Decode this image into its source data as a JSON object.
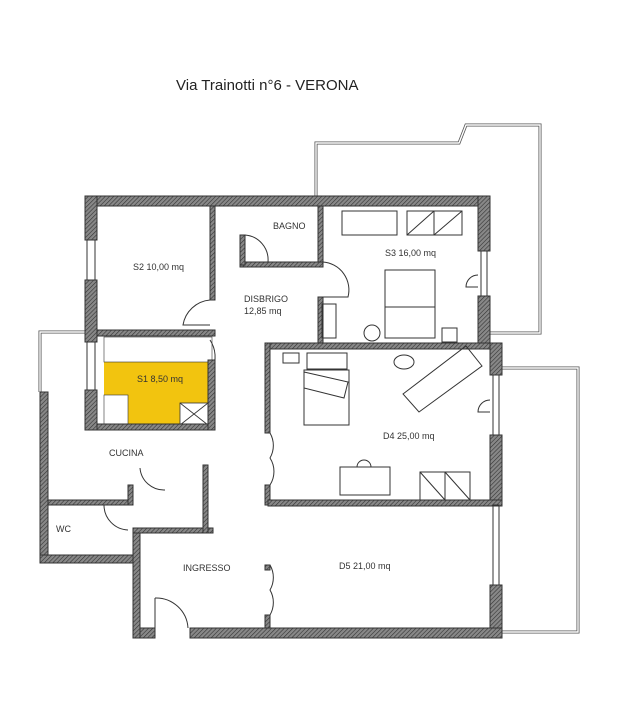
{
  "title": "Via Trainotti n°6 - VERONA",
  "colors": {
    "highlight": "#f2c40f",
    "wall": "#555555"
  },
  "rooms": {
    "s2": {
      "name": "S2 10,00 mq"
    },
    "bagno": {
      "name": "BAGNO"
    },
    "s3": {
      "name": "S3  16,00 mq"
    },
    "disbrigo": {
      "name": "DISBRIGO",
      "area": "12,85 mq"
    },
    "s1": {
      "name": "S1 8,50 mq"
    },
    "d4": {
      "name": "D4  25,00 mq"
    },
    "cucina": {
      "name": "CUCINA"
    },
    "wc": {
      "name": "WC"
    },
    "ingresso": {
      "name": "INGRESSO"
    },
    "d5": {
      "name": "D5  21,00 mq"
    }
  }
}
